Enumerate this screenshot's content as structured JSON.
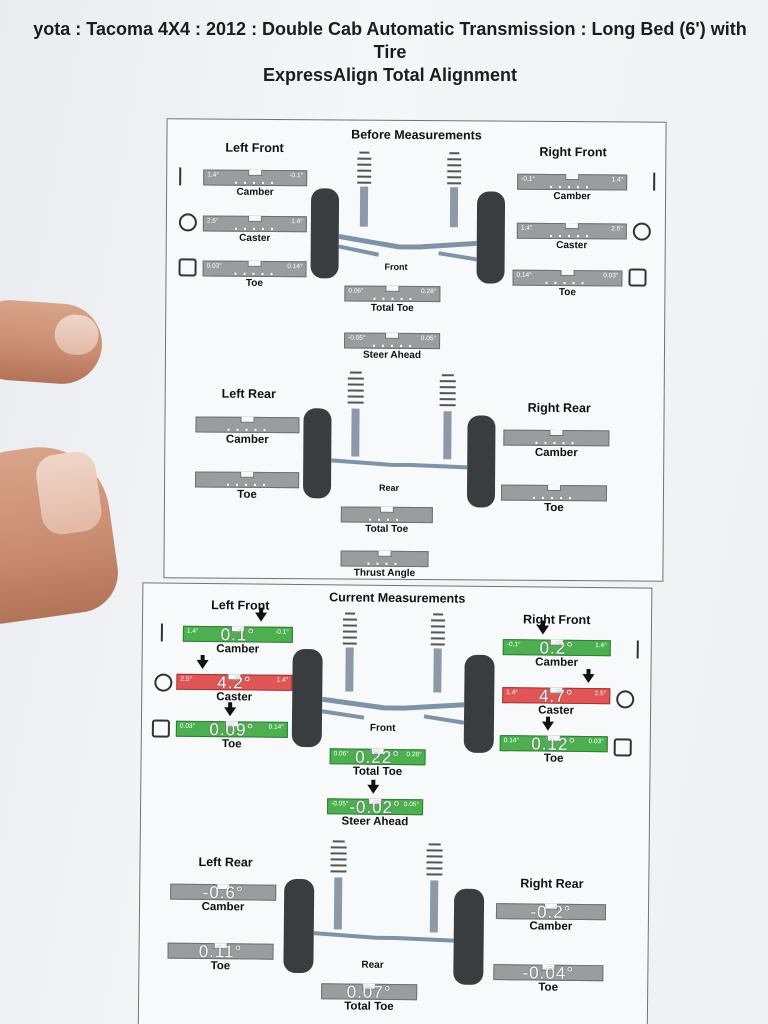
{
  "header": {
    "vehicle_line": "yota : Tacoma 4X4 : 2012 : Double Cab Automatic Transmission : Long Bed (6') with",
    "line2": "Tire",
    "title": "ExpressAlign Total Alignment"
  },
  "before": {
    "title": "Before Measurements",
    "left_front": "Left Front",
    "right_front": "Right Front",
    "left_rear": "Left Rear",
    "right_rear": "Right Rear",
    "front_label": "Front",
    "rear_label": "Rear",
    "lf_camber": {
      "lo": "1.4°",
      "hi": "-0.1°",
      "cap": "Camber"
    },
    "lf_caster": {
      "lo": "2.5°",
      "hi": "1.4°",
      "cap": "Caster"
    },
    "lf_toe": {
      "lo": "0.03°",
      "hi": "0.14°",
      "cap": "Toe"
    },
    "rf_camber": {
      "lo": "-0.1°",
      "hi": "1.4°",
      "cap": "Camber"
    },
    "rf_caster": {
      "lo": "1.4°",
      "hi": "2.5°",
      "cap": "Caster"
    },
    "rf_toe": {
      "lo": "0.14°",
      "hi": "0.03°",
      "cap": "Toe"
    },
    "total_toe": {
      "lo": "0.06°",
      "hi": "0.28°",
      "cap": "Total Toe"
    },
    "steer_ahead": {
      "lo": "-0.05°",
      "hi": "0.05°",
      "cap": "Steer Ahead"
    },
    "lr_camber": {
      "cap": "Camber"
    },
    "lr_toe": {
      "cap": "Toe"
    },
    "rr_camber": {
      "cap": "Camber"
    },
    "rr_toe": {
      "cap": "Toe"
    },
    "rear_total_toe": {
      "cap": "Total Toe"
    },
    "thrust_angle": {
      "cap": "Thrust Angle"
    }
  },
  "current": {
    "title": "Current Measurements",
    "left_front": "Left Front",
    "right_front": "Right Front",
    "left_rear": "Left Rear",
    "right_rear": "Right Rear",
    "front_label": "Front",
    "rear_label": "Rear",
    "lf_camber": {
      "lo": "1.4°",
      "hi": "-0.1°",
      "val": "0.1°",
      "cap": "Camber"
    },
    "lf_caster": {
      "lo": "2.5°",
      "hi": "1.4°",
      "val": "4.2°",
      "cap": "Caster"
    },
    "lf_toe": {
      "lo": "0.03°",
      "hi": "0.14°",
      "val": "0.09°",
      "cap": "Toe"
    },
    "rf_camber": {
      "lo": "-0.1°",
      "hi": "1.4°",
      "val": "0.2°",
      "cap": "Camber"
    },
    "rf_caster": {
      "lo": "1.4°",
      "hi": "2.5°",
      "val": "4.7°",
      "cap": "Caster"
    },
    "rf_toe": {
      "lo": "0.14°",
      "hi": "0.03°",
      "val": "0.12°",
      "cap": "Toe"
    },
    "total_toe": {
      "lo": "0.06°",
      "hi": "0.28°",
      "val": "0.22°",
      "cap": "Total Toe"
    },
    "steer_ahead": {
      "lo": "-0.05°",
      "hi": "0.05°",
      "val": "-0.02°",
      "cap": "Steer Ahead"
    },
    "lr_camber": {
      "val": "-0.6°",
      "cap": "Camber"
    },
    "lr_toe": {
      "val": "0.11°",
      "cap": "Toe"
    },
    "rr_camber": {
      "val": "-0.2°",
      "cap": "Camber"
    },
    "rr_toe": {
      "val": "-0.04°",
      "cap": "Toe"
    },
    "rear_total_toe": {
      "val": "0.07°",
      "cap": "Total Toe"
    }
  },
  "colors": {
    "in_spec": "#4caf50",
    "out_of_spec": "#e05656",
    "no_spec": "#9a9c9e"
  },
  "icons": [
    "camber-icon",
    "caster-icon",
    "toe-icon",
    "wheel-icon",
    "suspension-strut-icon",
    "finger"
  ]
}
